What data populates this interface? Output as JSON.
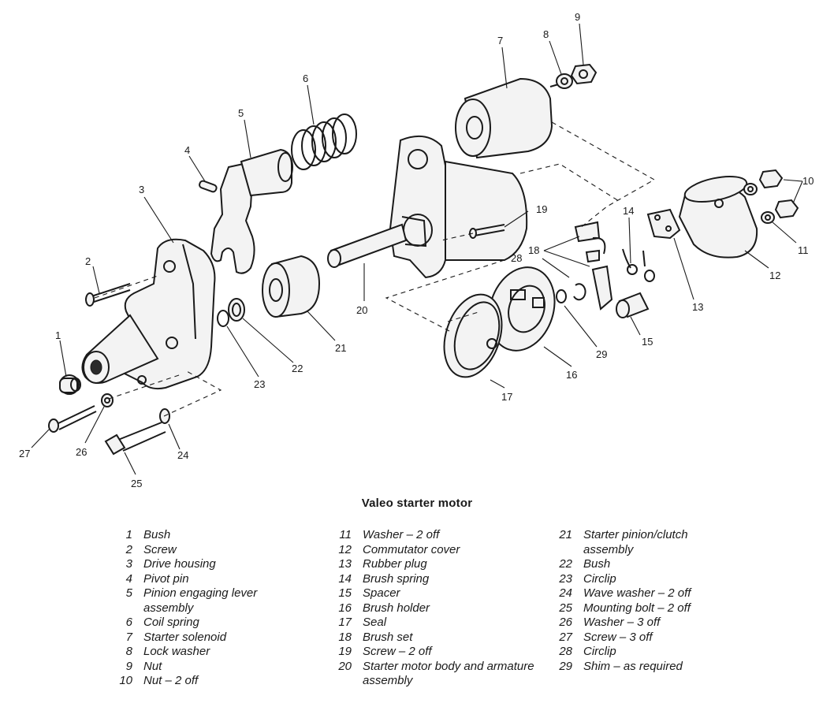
{
  "caption": "Valeo starter motor",
  "callouts": [
    "1",
    "2",
    "3",
    "4",
    "5",
    "6",
    "7",
    "8",
    "9",
    "10",
    "11",
    "12",
    "13",
    "14",
    "15",
    "16",
    "17",
    "18",
    "19",
    "20",
    "21",
    "22",
    "23",
    "24",
    "25",
    "26",
    "27",
    "28",
    "29"
  ],
  "legend": {
    "col1": [
      {
        "num": "1",
        "text": "Bush"
      },
      {
        "num": "2",
        "text": "Screw"
      },
      {
        "num": "3",
        "text": "Drive housing"
      },
      {
        "num": "4",
        "text": "Pivot pin"
      },
      {
        "num": "5",
        "text": "Pinion engaging lever assembly"
      },
      {
        "num": "6",
        "text": "Coil spring"
      },
      {
        "num": "7",
        "text": "Starter solenoid"
      },
      {
        "num": "8",
        "text": "Lock washer"
      },
      {
        "num": "9",
        "text": "Nut"
      },
      {
        "num": "10",
        "text": "Nut – 2 off"
      }
    ],
    "col2": [
      {
        "num": "11",
        "text": "Washer – 2 off"
      },
      {
        "num": "12",
        "text": "Commutator cover"
      },
      {
        "num": "13",
        "text": "Rubber plug"
      },
      {
        "num": "14",
        "text": "Brush spring"
      },
      {
        "num": "15",
        "text": "Spacer"
      },
      {
        "num": "16",
        "text": "Brush holder"
      },
      {
        "num": "17",
        "text": "Seal"
      },
      {
        "num": "18",
        "text": "Brush set"
      },
      {
        "num": "19",
        "text": "Screw – 2 off"
      },
      {
        "num": "20",
        "text": "Starter motor body and armature assembly"
      }
    ],
    "col3": [
      {
        "num": "21",
        "text": "Starter pinion/clutch assembly"
      },
      {
        "num": "22",
        "text": "Bush"
      },
      {
        "num": "23",
        "text": "Circlip"
      },
      {
        "num": "24",
        "text": "Wave washer – 2 off"
      },
      {
        "num": "25",
        "text": "Mounting bolt – 2 off"
      },
      {
        "num": "26",
        "text": "Washer – 3 off"
      },
      {
        "num": "27",
        "text": "Screw – 3 off"
      },
      {
        "num": "28",
        "text": "Circlip"
      },
      {
        "num": "29",
        "text": "Shim – as required"
      }
    ]
  }
}
